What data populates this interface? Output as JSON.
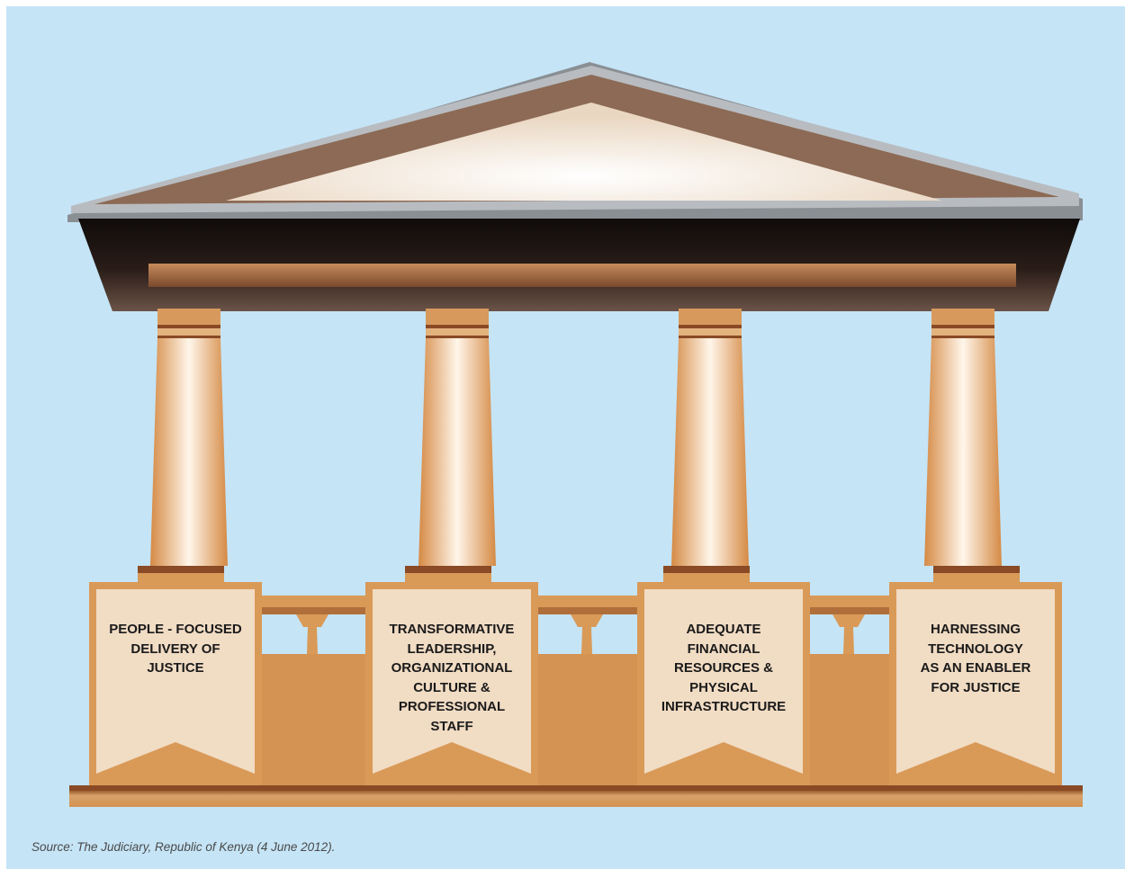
{
  "pillars": [
    {
      "label": "PEOPLE - FOCUSED\nDELIVERY OF\nJUSTICE"
    },
    {
      "label": "TRANSFORMATIVE\nLEADERSHIP,\nORGANIZATIONAL\nCULTURE &\nPROFESSIONAL\nSTAFF"
    },
    {
      "label": "ADEQUATE\nFINANCIAL\nRESOURCES &\nPHYSICAL\nINFRASTRUCTURE"
    },
    {
      "label": "HARNESSING\nTECHNOLOGY\nAS AN ENABLER\nFOR JUSTICE"
    }
  ],
  "source": "Source: The Judiciary, Republic of Kenya (4 June 2012).",
  "colors": {
    "background": "#c5e4f6",
    "stone": "#d99a58",
    "stone_dark": "#8a4a25",
    "banner": "#f1dcc4",
    "roof_dark": "#1e1412",
    "roof_trim": "#8c6a55",
    "pediment": "#f4e9dc"
  }
}
